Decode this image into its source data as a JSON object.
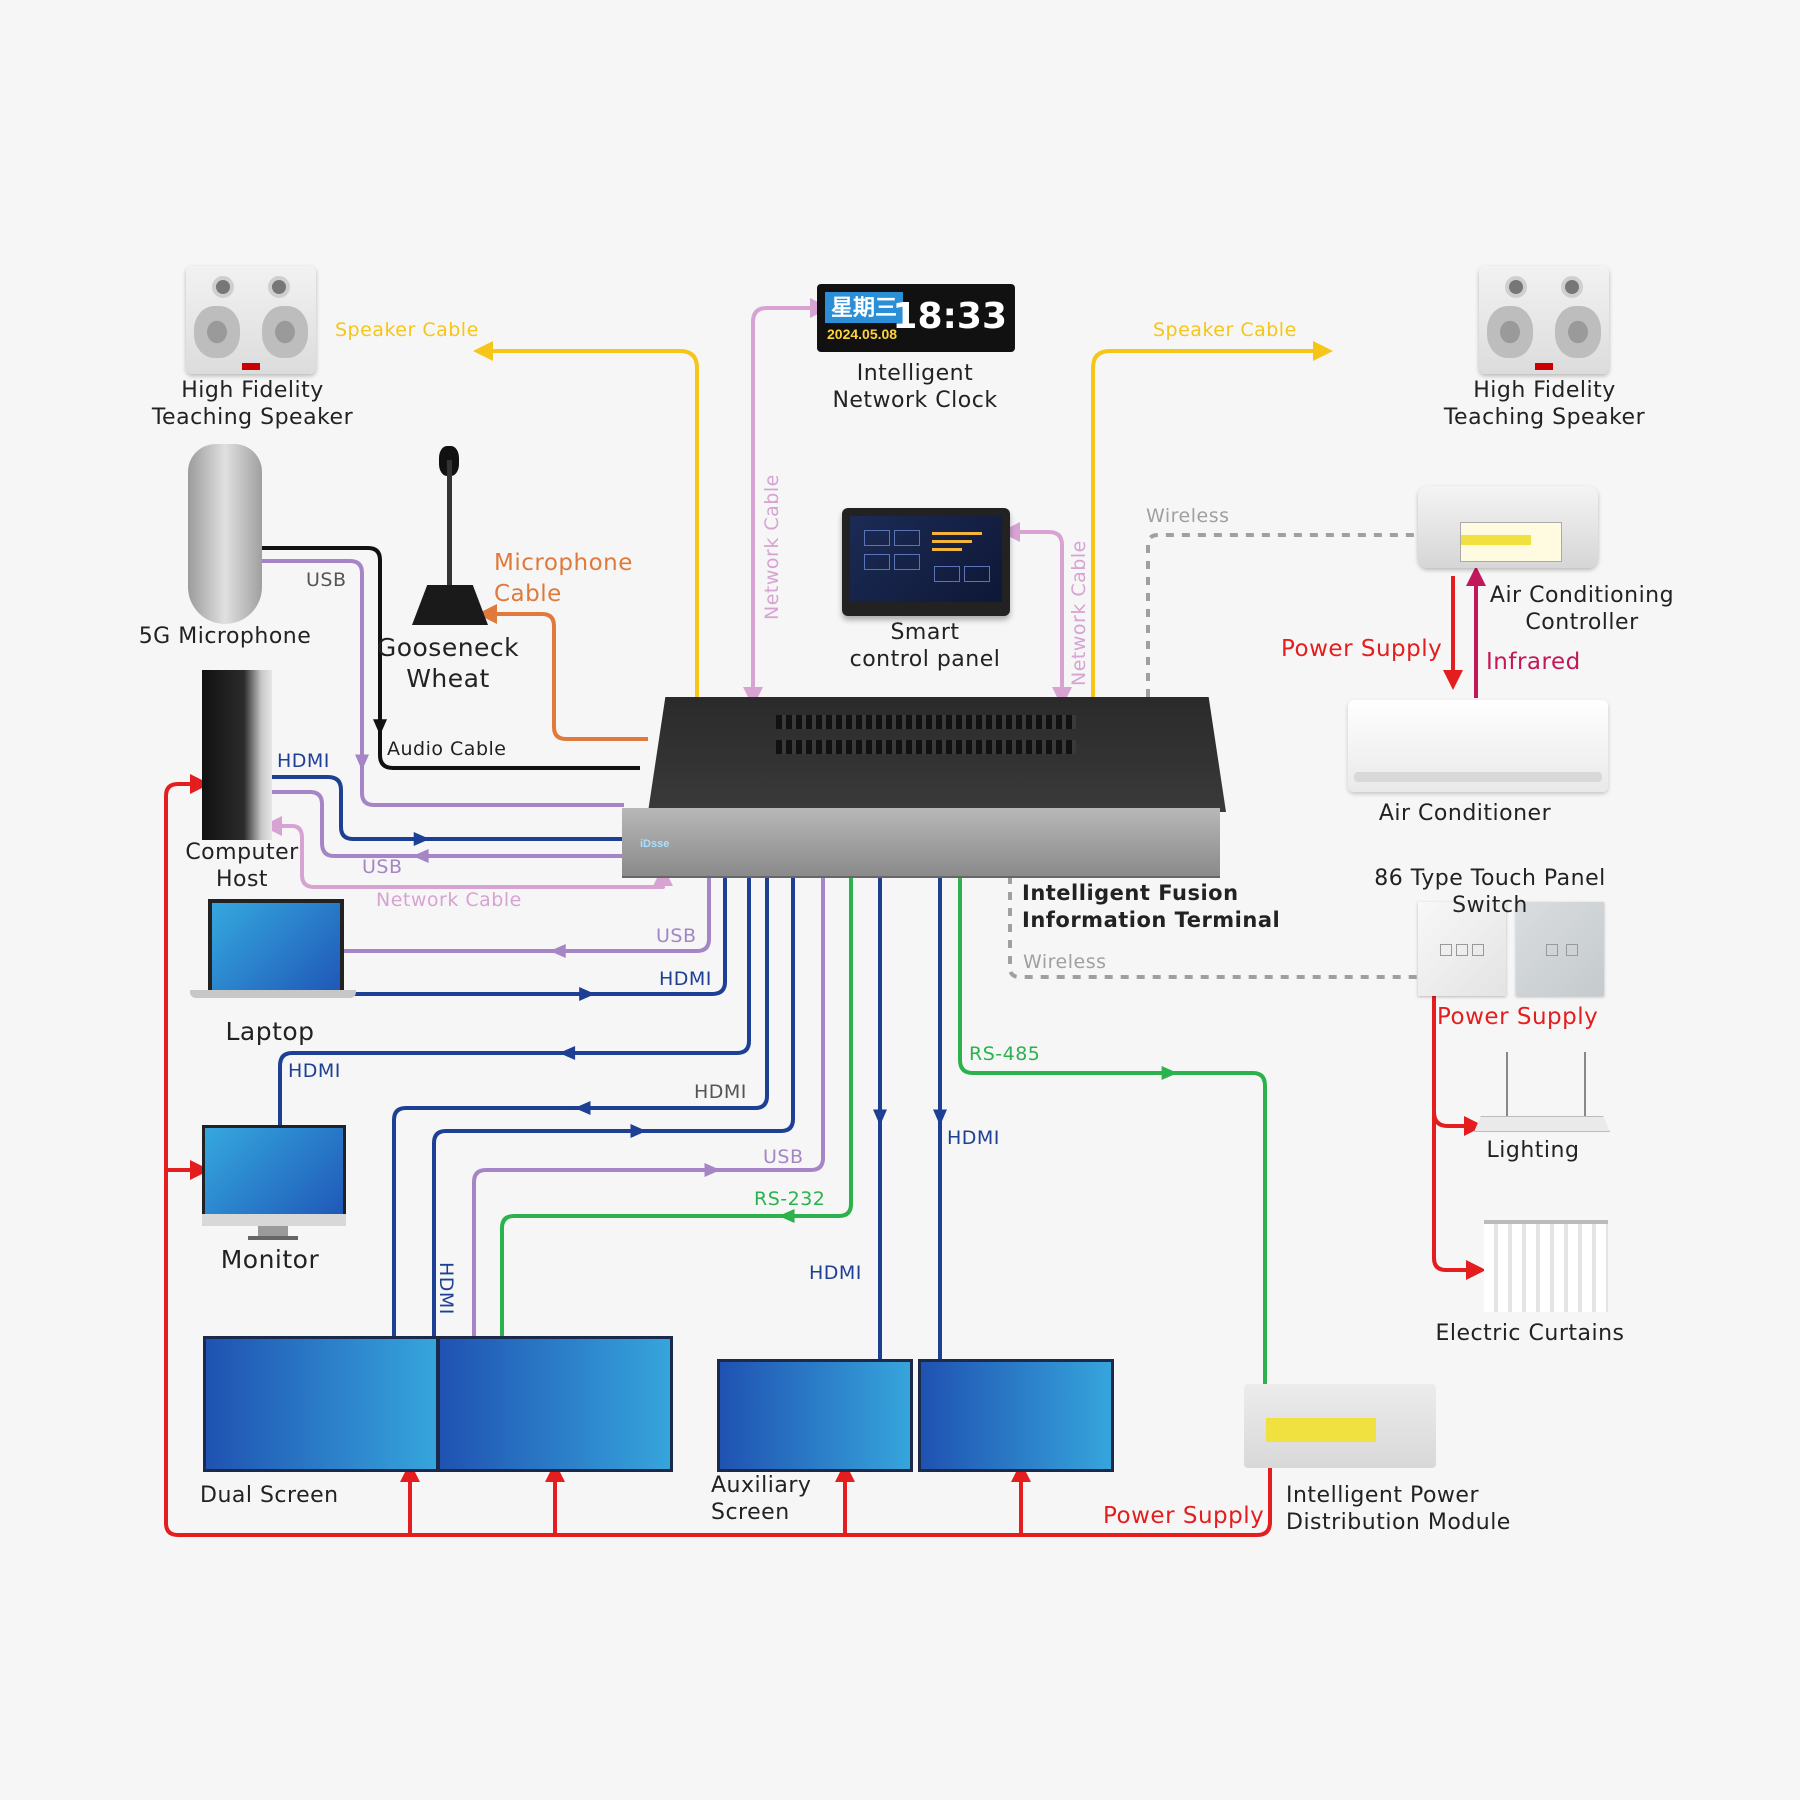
{
  "devices": {
    "speaker_left": "High Fidelity\nTeaching Speaker",
    "speaker_right": "High Fidelity\nTeaching Speaker",
    "clock": "Intelligent\nNetwork Clock",
    "clock_weekday": "星期三",
    "clock_date": "2024.05.08",
    "clock_time": "18:33",
    "panel": "Smart\ncontrol panel",
    "mic": "5G Microphone",
    "gooseneck": "Gooseneck\nWheat",
    "computer": "Computer\nHost",
    "laptop": "Laptop",
    "monitor": "Monitor",
    "dual_screen": "Dual Screen",
    "aux_screen": "Auxiliary\nScreen",
    "hub": "Intelligent Fusion\nInformation Terminal",
    "hub_logo": "iDsse",
    "ac_controller": "Air Conditioning\nController",
    "ac": "Air Conditioner",
    "switch": "86 Type Touch Panel Switch",
    "lighting": "Lighting",
    "curtains": "Electric Curtains",
    "pdm": "Intelligent Power\nDistribution Module"
  },
  "cables": {
    "speaker_cable_left": "Speaker Cable",
    "speaker_cable_right": "Speaker Cable",
    "network_cable_clock": "Network Cable",
    "network_cable_panel": "Network Cable",
    "wireless_ac": "Wireless",
    "wireless_switch": "Wireless",
    "usb_mic": "USB",
    "microphone_cable": "Microphone\nCable",
    "audio_cable": "Audio Cable",
    "hdmi_computer": "HDMI",
    "usb_computer": "USB",
    "network_cable_computer": "Network Cable",
    "usb_laptop": "USB",
    "hdmi_laptop": "HDMI",
    "hdmi_monitor": "HDMI",
    "hdmi_dual_1": "HDMI",
    "hdmi_dual_vertical": "HDMI",
    "usb_dual": "USB",
    "rs232": "RS-232",
    "hdmi_aux_1": "HDMI",
    "hdmi_aux_2": "HDMI",
    "rs485": "RS-485",
    "power_supply_ac": "Power Supply",
    "infrared": "Infrared",
    "power_supply_switch": "Power Supply",
    "power_supply_bottom": "Power Supply"
  },
  "colors": {
    "speaker": "#f5c518",
    "network": "#d7a3d3",
    "usb": "#a585c6",
    "hdmi": "#1d3f94",
    "audio": "#111111",
    "microphone": "#e07a3c",
    "rs232": "#2bb24c",
    "rs485": "#2bb24c",
    "power": "#e41e1e",
    "infrared": "#c2185b",
    "wireless": "#a0a0a0"
  }
}
